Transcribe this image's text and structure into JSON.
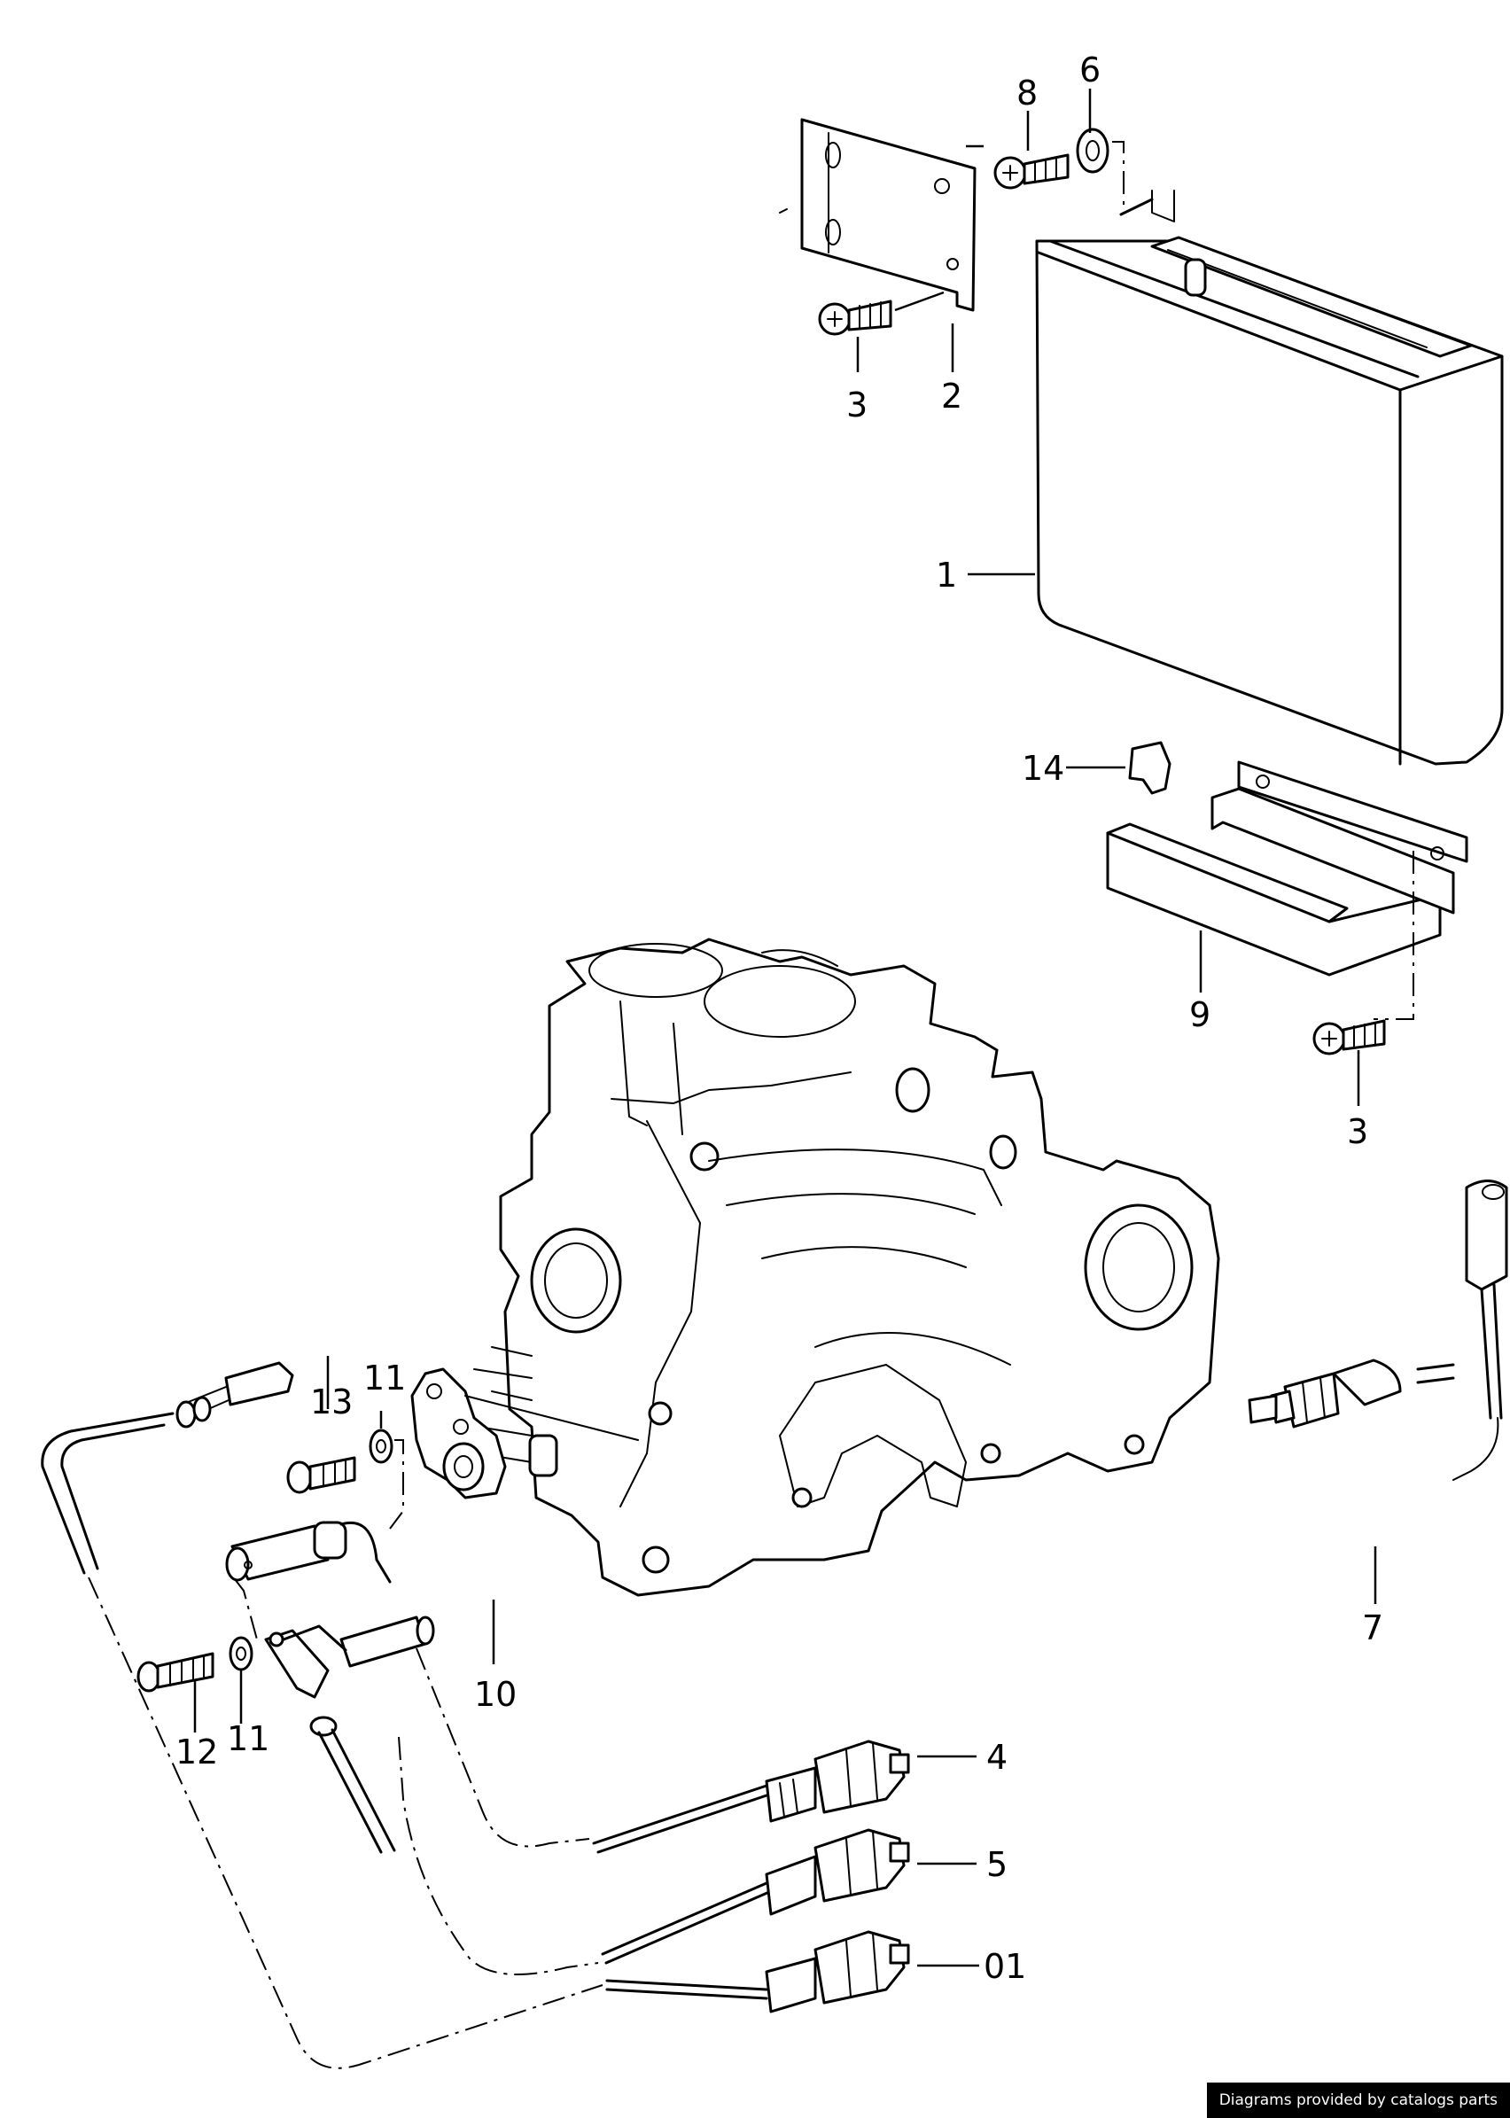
{
  "callouts": {
    "c1": "1",
    "c2": "2",
    "c3a": "3",
    "c3b": "3",
    "c4": "4",
    "c5": "5",
    "c6": "6",
    "c7": "7",
    "c8": "8",
    "c9": "9",
    "c10": "10",
    "c11a": "11",
    "c11b": "11",
    "c12": "12",
    "c13": "13",
    "c14": "14",
    "c01": "01"
  },
  "footer": {
    "credit": "Diagrams provided by catalogs parts"
  }
}
